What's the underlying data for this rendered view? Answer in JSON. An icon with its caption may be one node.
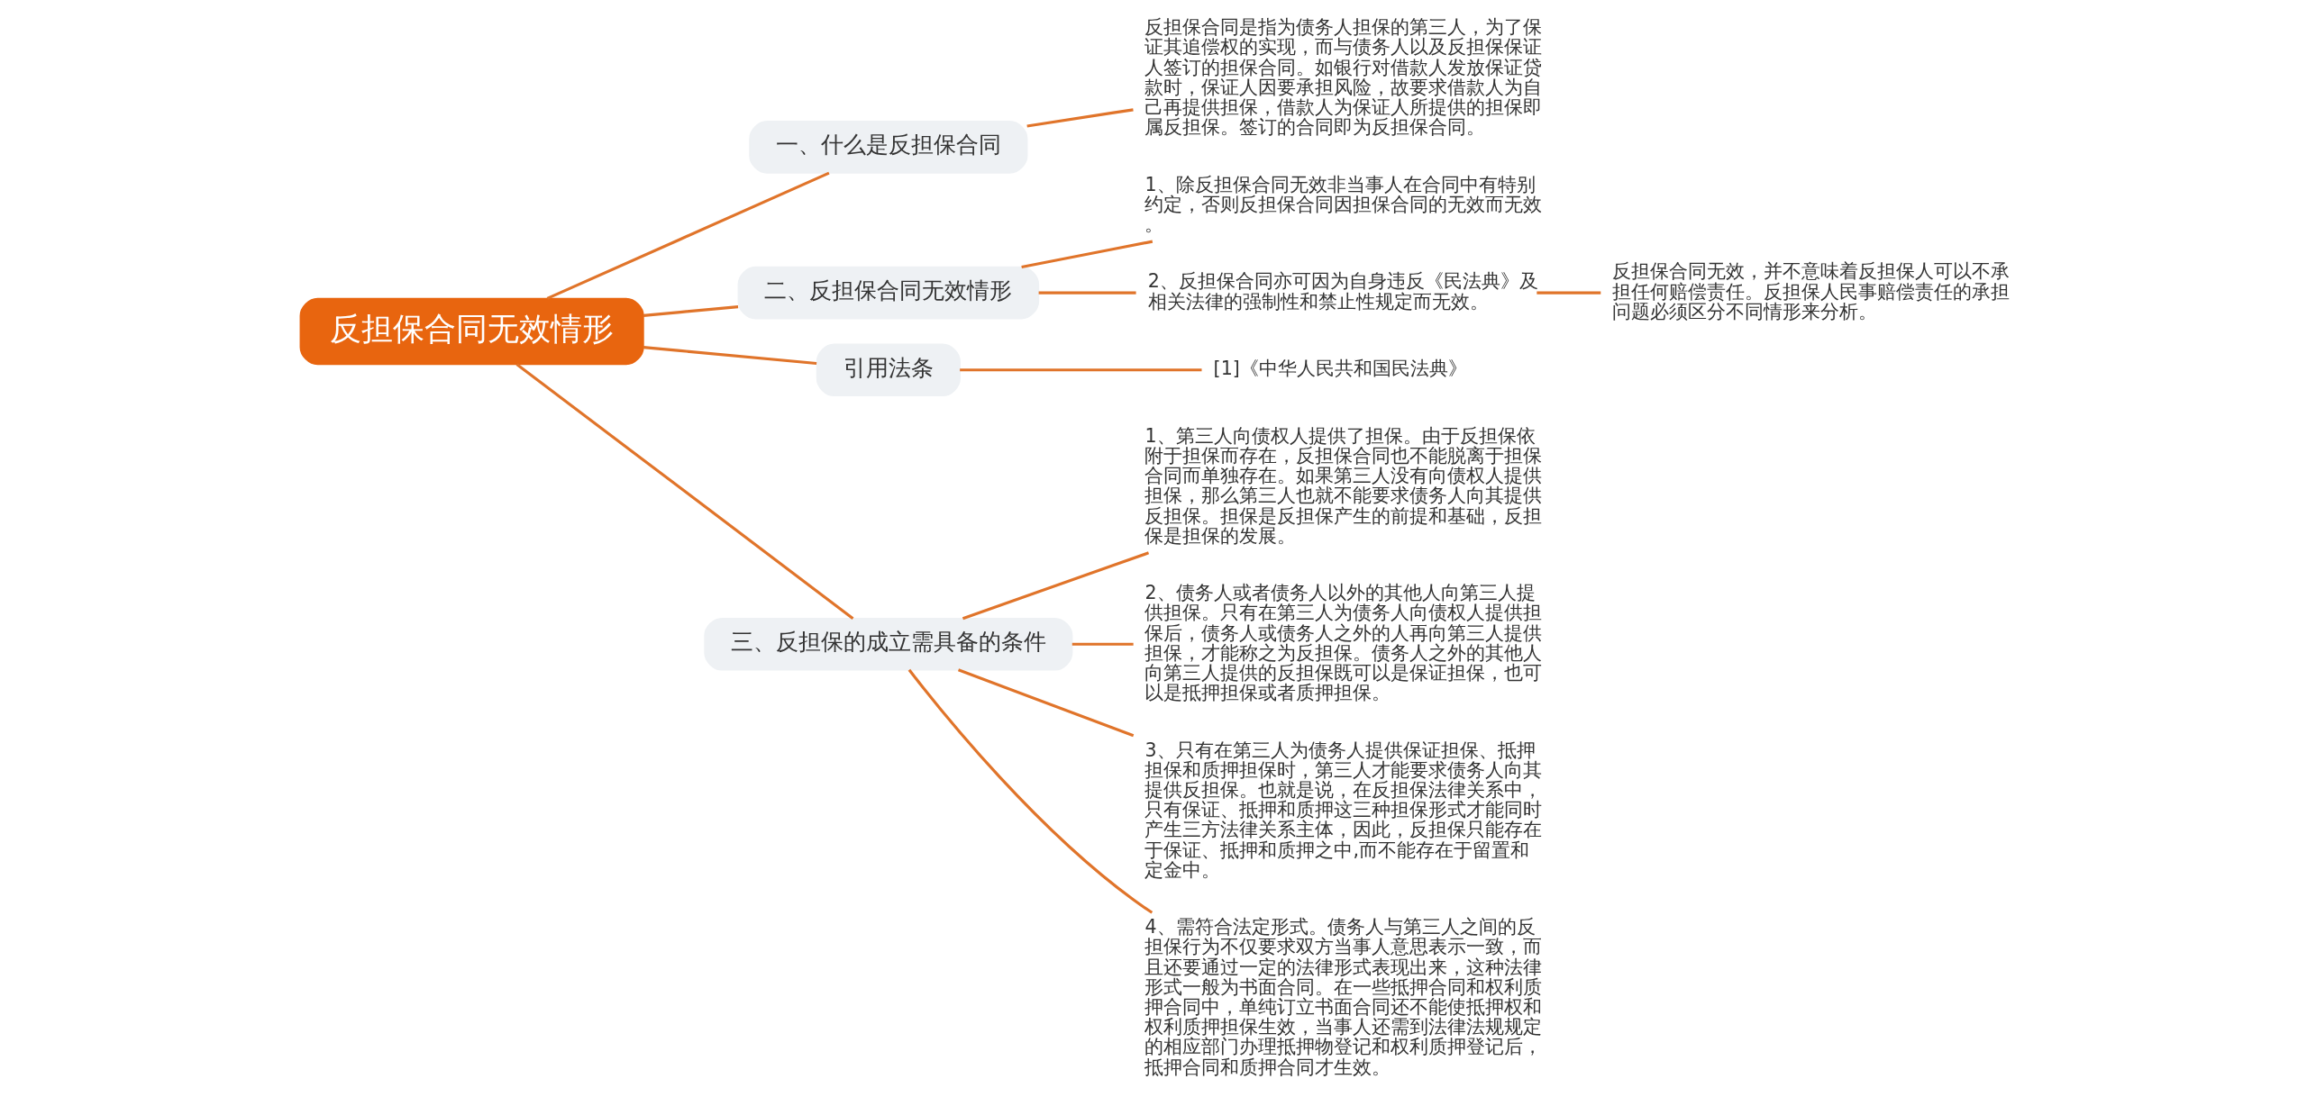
{
  "diagram": {
    "nodes": [
      {
        "text": [
          "反担保合同无效情形"
        ]
      },
      {
        "text": [
          "一、什么是反担保合同"
        ]
      },
      {
        "text": [
          "反担保合同是指为债务人担保的第三人，为了保证其追偿权的实现，而与债务人以及反担保保证人签订的担保合同。如银行对借款人发放保证贷款时，保证人因要承担风险，故要求借款人为自己再提供担保，借款人为保证人所提供的担保即属反担保。签订的合同即为反担保合同。"
        ]
      },
      {
        "text": [
          "二、反担保合同无效情形"
        ]
      },
      {
        "text": [
          "1、除反担保合同无效非当事人在合同中有特别约定，否则反担保合同因担保合同的无效而无效。"
        ]
      },
      {
        "text": [
          "2、反担保合同亦可因为自身违反《民法典》及相关法律的强制性和禁止性规定而无效。"
        ]
      },
      {
        "text": [
          "反担保合同无效，并不意味着反担保人可以不承担任何赔偿责任。反担保人民事赔偿责任的承担问题必须区分不同情形来分析。"
        ]
      },
      {
        "text": [
          "引用法条"
        ]
      },
      {
        "text": [
          "[1]《中华人民共和国民法典》"
        ]
      },
      {
        "text": [
          "三、反担保的成立需具备的条件"
        ]
      },
      {
        "text": [
          "1、第三人向债权人提供了担保。由于反担保依附于担保而存在，反担保合同也不能脱离于担保合同而单独存在。如果第三人没有向债权人提供担保，那么第三人也就不能要求债务人向其提供反担保。担保是反担保产生的前提和基础，反担保是担保的发展。"
        ]
      },
      {
        "text": [
          "2、债务人或者债务人以外的其他人向第三人提供担保。只有在第三人为债务人向债权人提供担保后，债务人或债务人之外的人再向第三人提供担保，才能称之为反担保。债务人之外的其他人向第三人提供的反担保既可以是保证担保，也可以是抵押担保或者质押担保。"
        ]
      },
      {
        "text": [
          "3、只有在第三人为债务人提供保证担保、抵押担保和质押担保时，第三人才能要求债务人向其提供反担保。也就是说，在反担保法律关系中，只有保证、抵押和质押这三种担保形式才能同时产生三方法律关系主体，因此，反担保只能存在于保证、抵押和质押之中,而不能存在于留置和定金中。"
        ]
      },
      {
        "text": [
          "4、需符合法定形式。债务人与第三人之间的反担保行为不仅要求双方当事人意思表示一致，而且还要通过一定的法律形式表现出来，这种法律形式一般为书面合同。在一些抵押合同和权利质押合同中，单纯订立书面合同还不能使抵押权和权利质押担保生效，当事人还需到法律法规规定的相应部门办理抵押物登记和权利质押登记后，抵押合同和质押合同才生效。"
        ]
      }
    ],
    "edges": [
      {
        "from": 0,
        "to": 1,
        "arrow": "none"
      },
      {
        "from": 1,
        "to": 2,
        "arrow": "none"
      },
      {
        "from": 0,
        "to": 3,
        "arrow": "none"
      },
      {
        "from": 3,
        "to": 4,
        "arrow": "none"
      },
      {
        "from": 3,
        "to": 5,
        "arrow": "none"
      },
      {
        "from": 5,
        "to": 6,
        "arrow": "none"
      },
      {
        "from": 0,
        "to": 7,
        "arrow": "none"
      },
      {
        "from": 7,
        "to": 8,
        "arrow": "none"
      },
      {
        "from": 0,
        "to": 9,
        "arrow": "none"
      },
      {
        "from": 9,
        "to": 10,
        "arrow": "none"
      },
      {
        "from": 9,
        "to": 11,
        "arrow": "none"
      },
      {
        "from": 9,
        "to": 12,
        "arrow": "none"
      },
      {
        "from": 9,
        "to": 13,
        "arrow": "none"
      }
    ]
  }
}
